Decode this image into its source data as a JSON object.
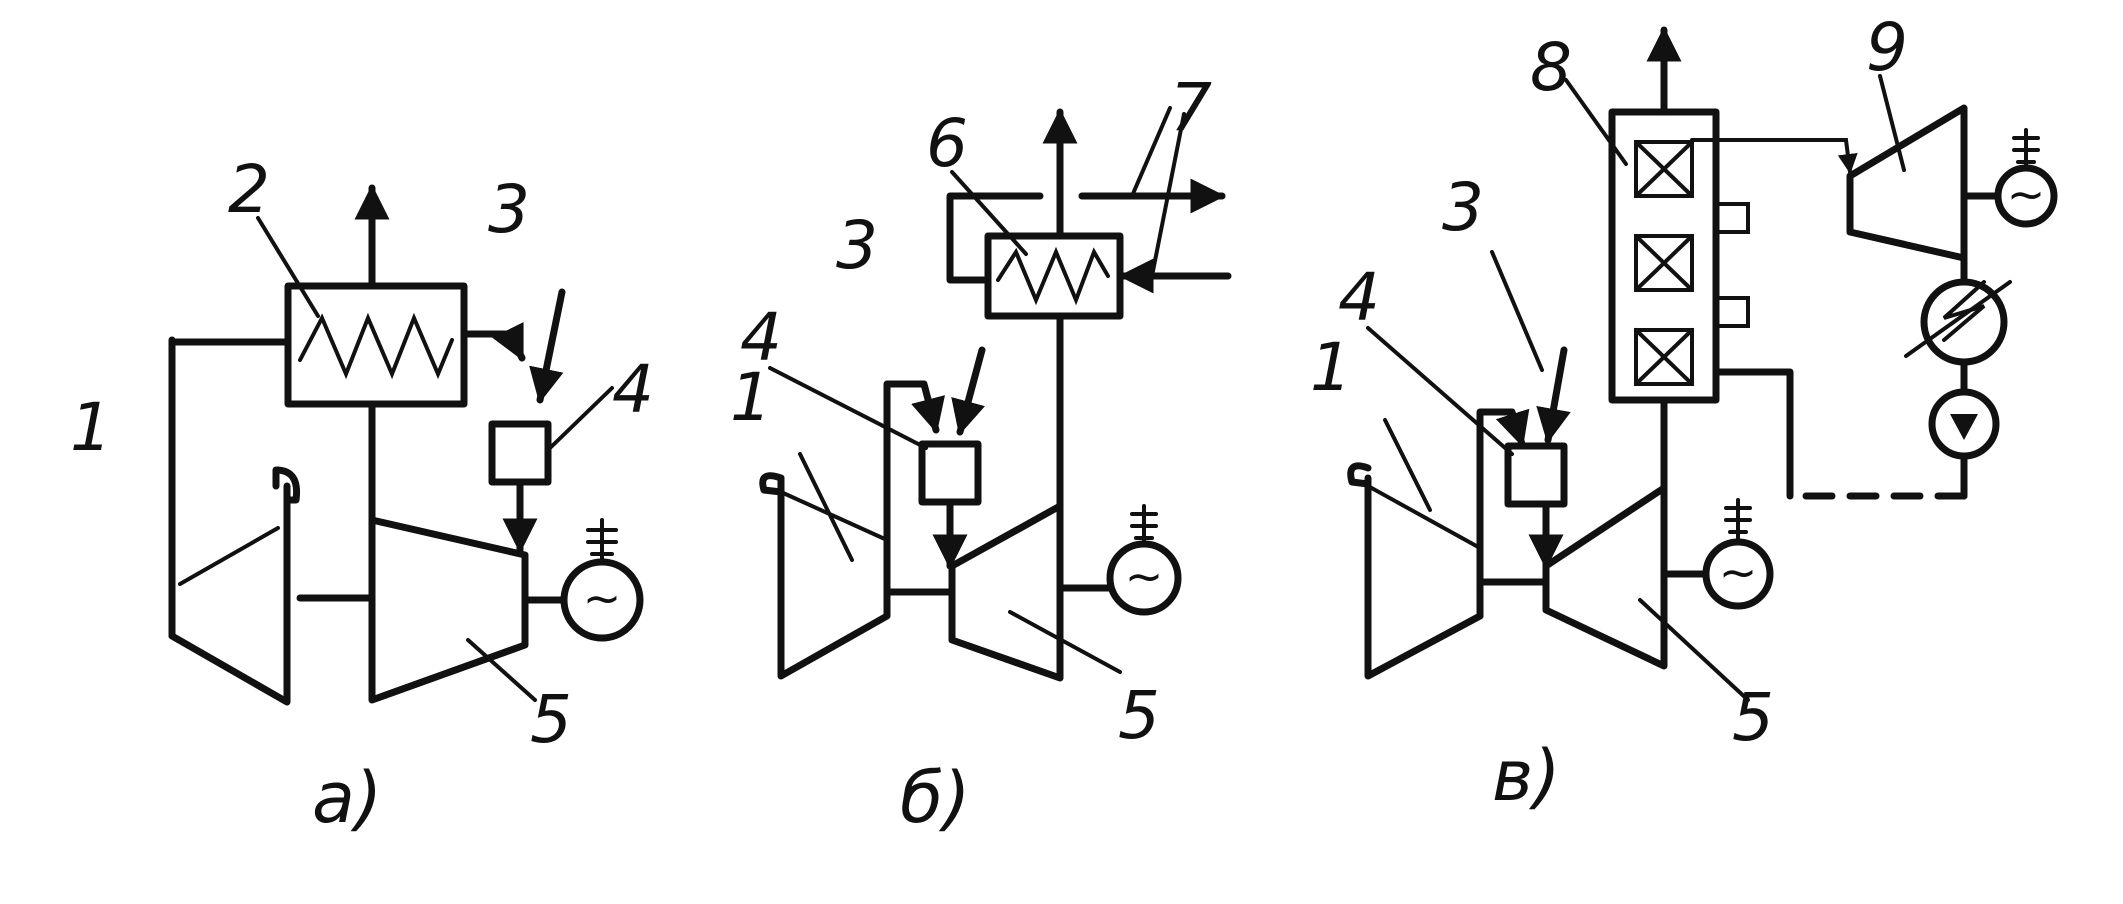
{
  "diagrams": [
    {
      "caption": "а)",
      "labels": {
        "n1": "1",
        "n2": "2",
        "n3": "3",
        "n4": "4",
        "n5": "5"
      },
      "generator_symbol": "~"
    },
    {
      "caption": "б)",
      "labels": {
        "n1": "1",
        "n3": "3",
        "n4": "4",
        "n5": "5",
        "n6": "6",
        "n7": "7"
      },
      "generator_symbol": "~"
    },
    {
      "caption": "в)",
      "labels": {
        "n1": "1",
        "n3": "3",
        "n4": "4",
        "n5": "5",
        "n8": "8",
        "n9": "9"
      },
      "generator_symbol": "~"
    }
  ],
  "colors": {
    "ink": "#111111",
    "background": "#ffffff"
  }
}
